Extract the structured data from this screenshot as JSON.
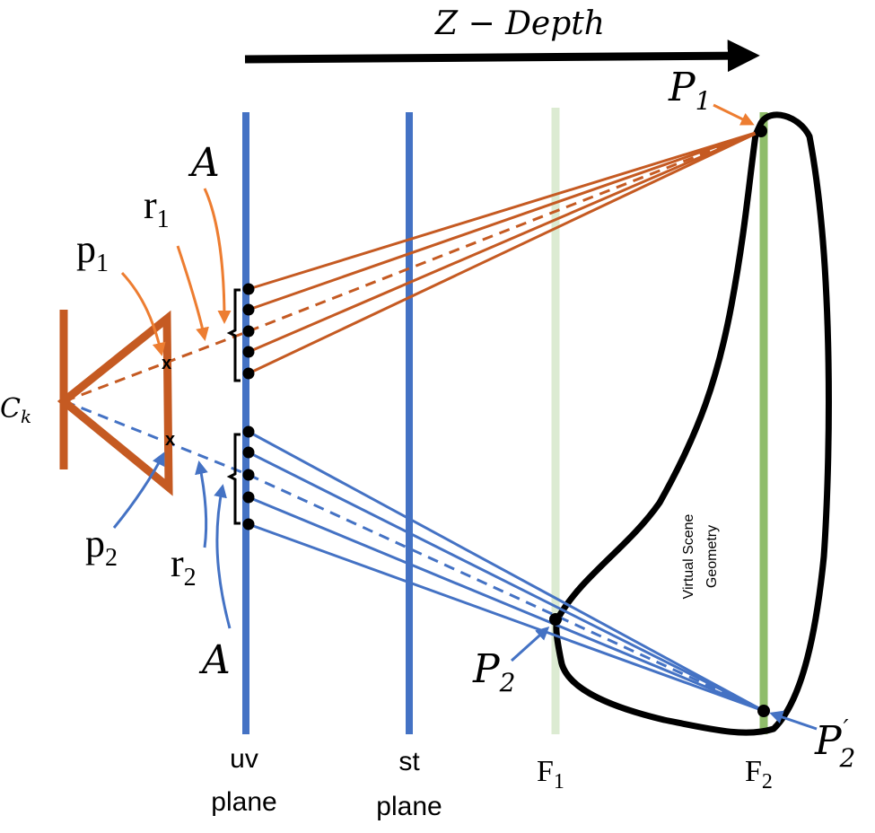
{
  "header": {
    "z_depth": "Z − Depth"
  },
  "camera": {
    "label": "C",
    "label_sub": "k"
  },
  "points": {
    "p1": "p",
    "p1_sub": "1",
    "p2": "p",
    "p2_sub": "2",
    "r1": "r",
    "r1_sub": "1",
    "r2": "r",
    "r2_sub": "2",
    "A_top": "A",
    "A_bottom": "A",
    "x_marker": "x",
    "P1": "P",
    "P1_sub": "1",
    "P2": "P",
    "P2_sub": "2",
    "P2prime": "P",
    "P2prime_sub": "2",
    "P2prime_mark": "′"
  },
  "planes": {
    "uv_line1": "uv",
    "uv_line2": "plane",
    "st_line1": "st",
    "st_line2": "plane",
    "F1": "F",
    "F1_sub": "1",
    "F2": "F",
    "F2_sub": "2"
  },
  "scene": {
    "line1": "Virtual Scene",
    "line2": "Geometry"
  },
  "colors": {
    "orange": "#c55a22",
    "orange_light": "#ed7d31",
    "blue": "#4472c4",
    "uv_plane": "#4472c4",
    "st_plane": "#4472c4",
    "F1": "#dcebd2",
    "F2": "#8fbd6a",
    "black": "#000000"
  }
}
